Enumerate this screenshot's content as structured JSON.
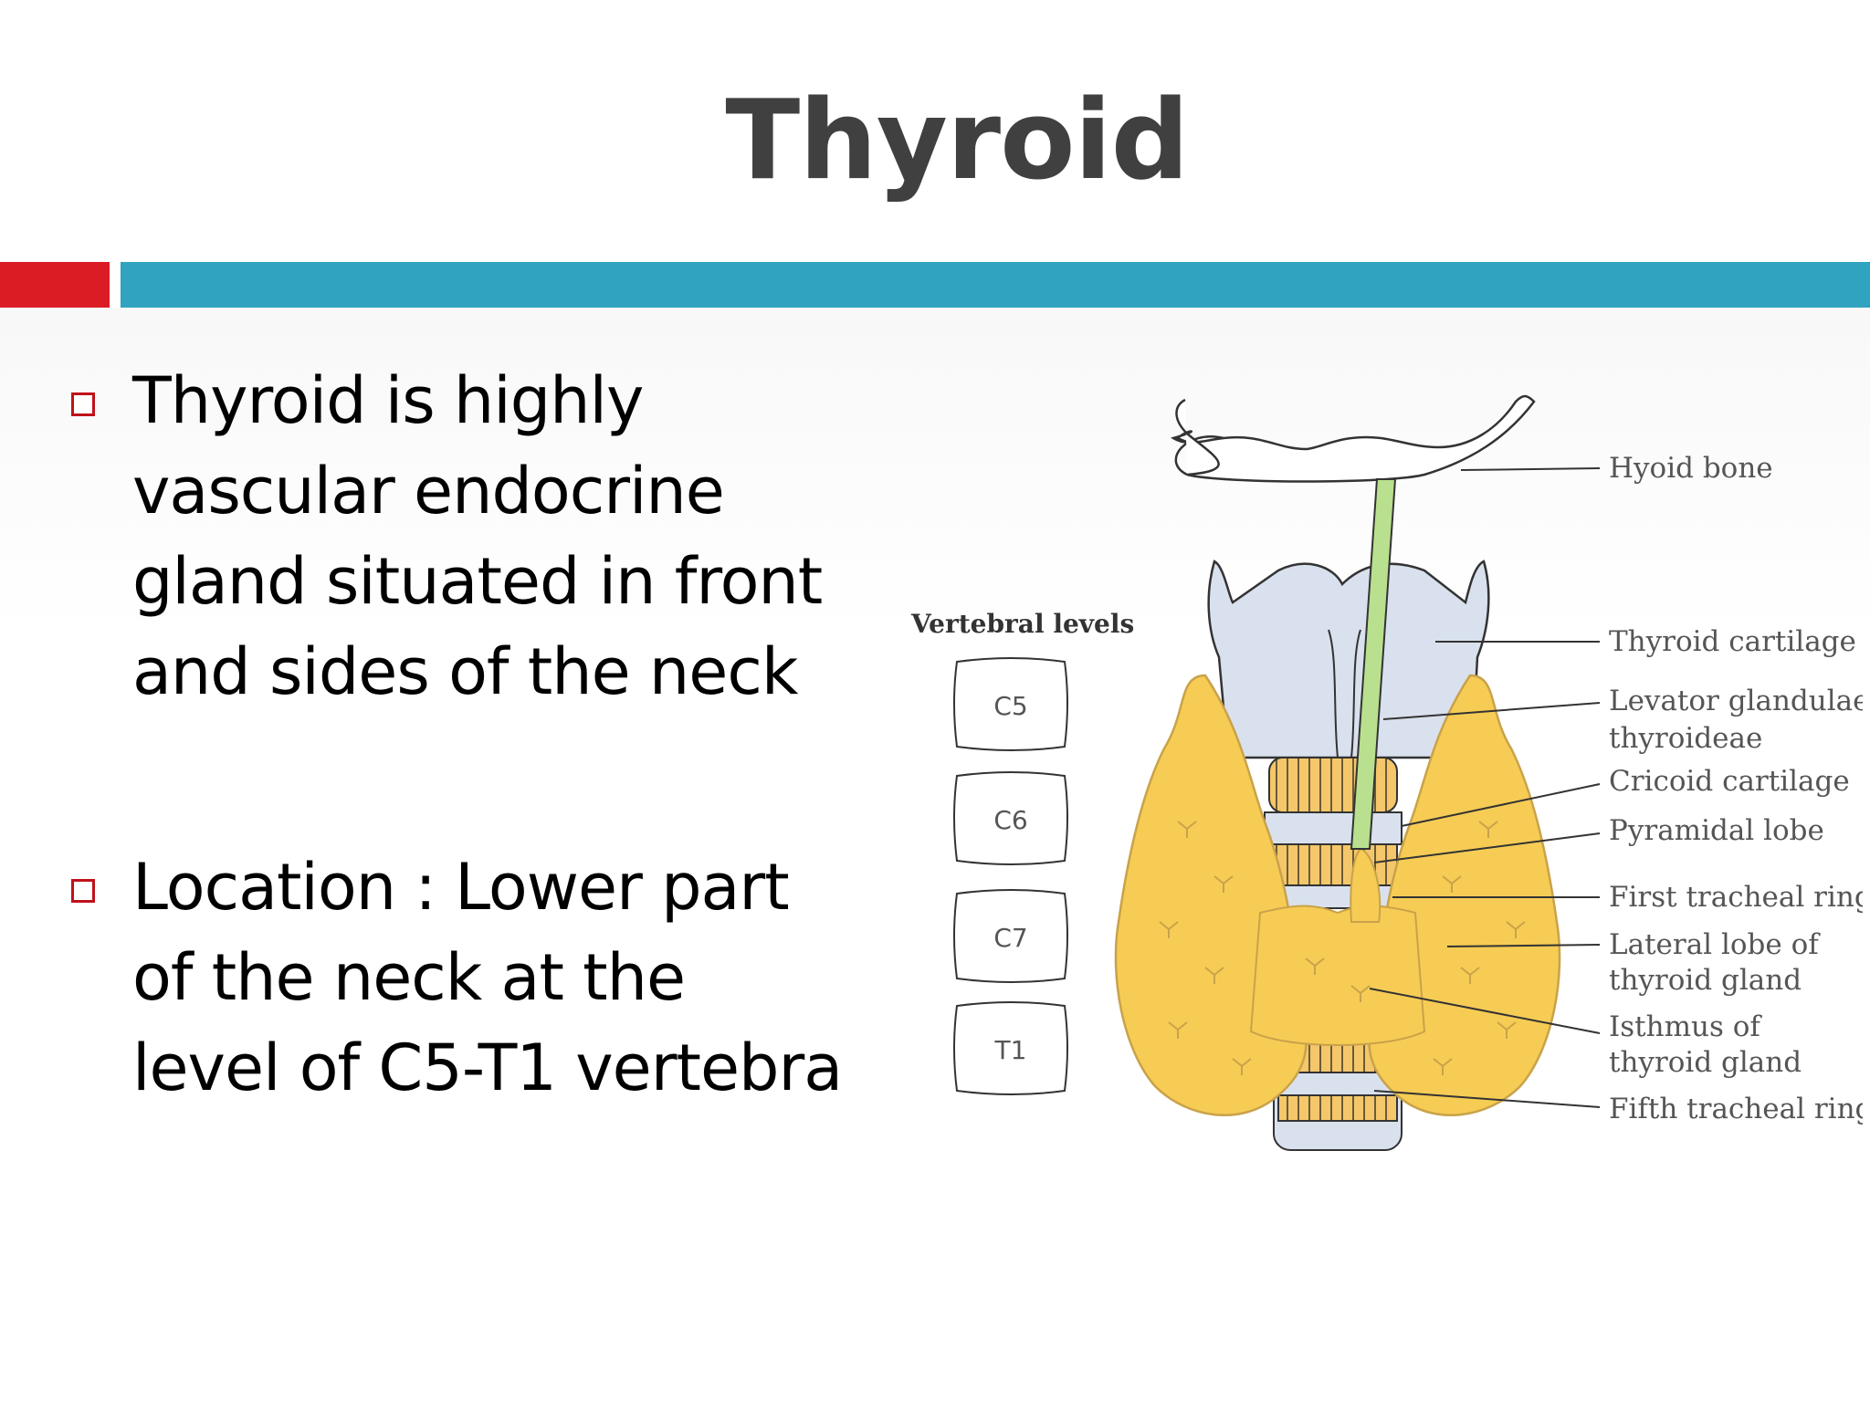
{
  "slide": {
    "title": "Thyroid",
    "accent_colors": {
      "red": "#dc1c25",
      "blue": "#2fa3bf"
    }
  },
  "bullets": [
    {
      "lines": [
        "Thyroid is highly",
        "vascular endocrine",
        "gland situated in front",
        "and sides of the neck"
      ]
    },
    {
      "lines": [
        "Location : Lower part",
        "of the neck at the",
        "level of C5-T1 vertebra"
      ]
    }
  ],
  "diagram": {
    "vertebral_title": "Vertebral levels",
    "vertebrae": [
      "C5",
      "C6",
      "C7",
      "T1"
    ],
    "labels": [
      {
        "lines": [
          "Hyoid bone"
        ]
      },
      {
        "lines": [
          "Thyroid cartilage"
        ]
      },
      {
        "lines": [
          "Levator glandulae",
          "thyroideae"
        ]
      },
      {
        "lines": [
          "Cricoid cartilage"
        ]
      },
      {
        "lines": [
          "Pyramidal lobe"
        ]
      },
      {
        "lines": [
          "First tracheal ring"
        ]
      },
      {
        "lines": [
          "Lateral lobe of",
          "thyroid gland"
        ]
      },
      {
        "lines": [
          "Isthmus of",
          "thyroid gland"
        ]
      },
      {
        "lines": [
          "Fifth tracheal ring"
        ]
      }
    ],
    "colors": {
      "gland": "#f6cc55",
      "cartilage": "#d9e1ee",
      "levator": "#b9e08e",
      "trachea_ring": "#f4c76a"
    }
  }
}
